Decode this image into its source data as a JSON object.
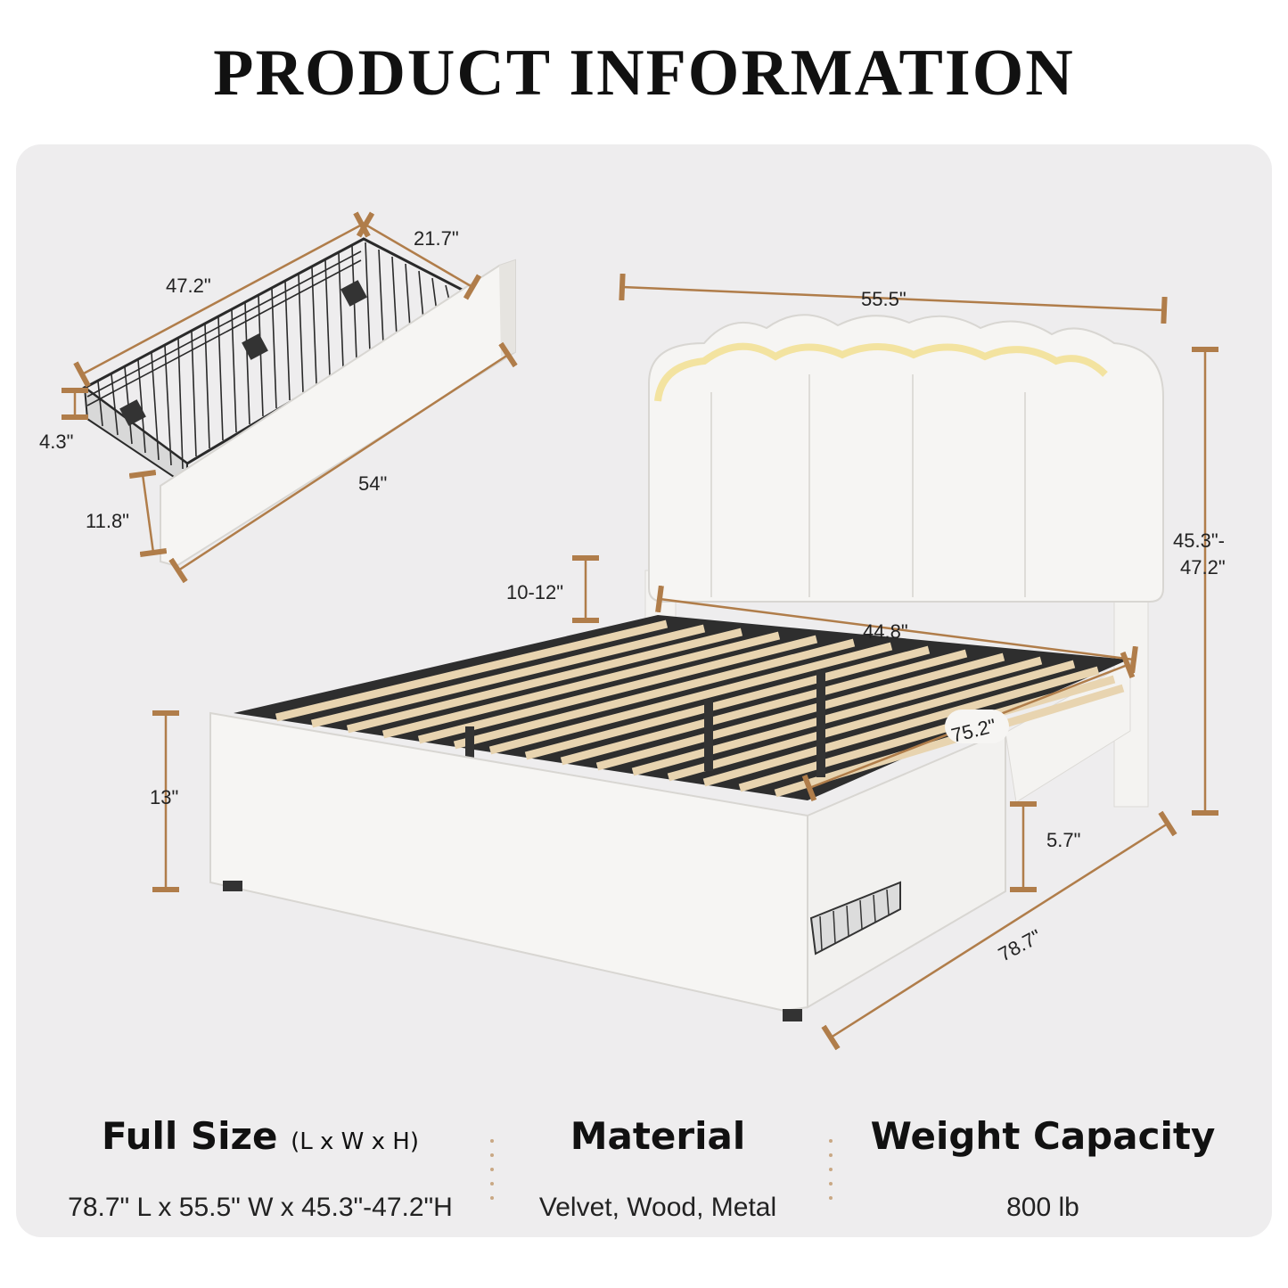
{
  "title": "PRODUCT INFORMATION",
  "drawer_dims": {
    "length": "47.2\"",
    "depth": "21.7\"",
    "basket_height": "4.3\"",
    "front_height": "11.8\"",
    "front_length": "54\""
  },
  "bed_dims": {
    "headboard_width": "55.5\"",
    "total_height": "45.3\"-\n47.2\"",
    "total_height_line1": "45.3\"-",
    "total_height_line2": "47.2\"",
    "headboard_adjust": "10-12\"",
    "slat_width": "44.8\"",
    "slat_length": "75.2\"",
    "frame_height": "13\"",
    "clearance": "5.7\"",
    "bed_length": "78.7\""
  },
  "specs": {
    "size_heading": "Full Size",
    "size_sub": "(L x W x H)",
    "size_value": "78.7\" L x 55.5\" W x 45.3\"-47.2\"H",
    "material_heading": "Material",
    "material_value": "Velvet, Wood, Metal",
    "weight_heading": "Weight Capacity",
    "weight_value": "800 lb"
  },
  "colors": {
    "panel_bg": "#eeedee",
    "dimension_line": "#b07d4a",
    "upholstery": "#f6f5f3",
    "slat": "#e8d4b0",
    "metal": "#2a2a2a"
  }
}
